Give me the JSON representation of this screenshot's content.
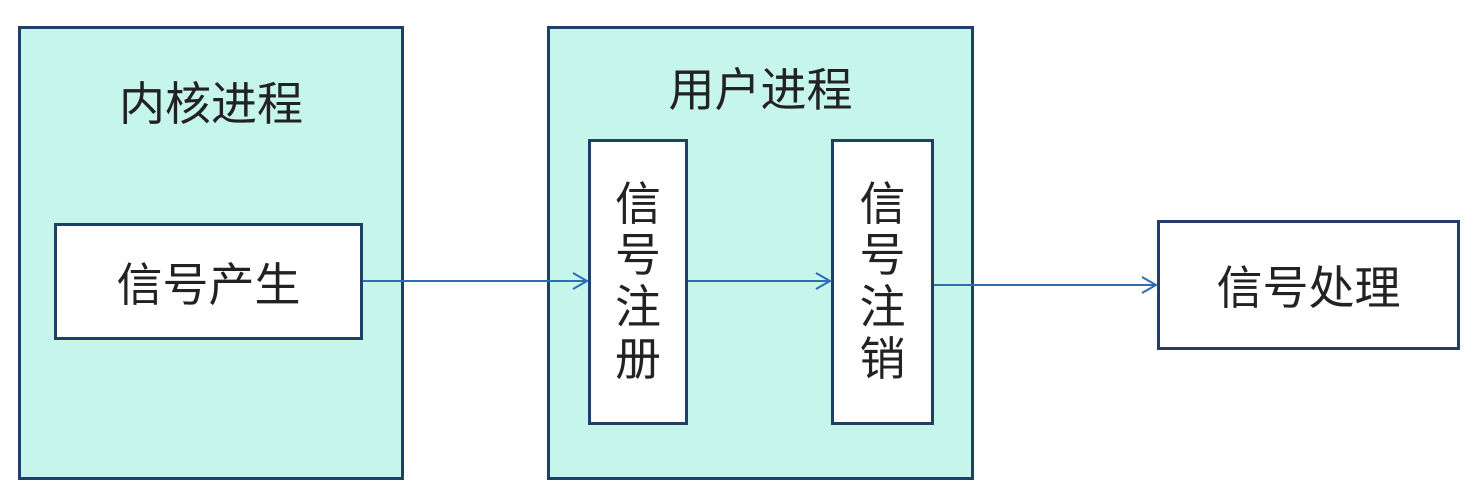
{
  "colors": {
    "group_fill": "#c6f5ec",
    "box_fill": "#ffffff",
    "border": "#1f3f66",
    "arrow": "#2e6db3",
    "text": "#222222"
  },
  "diagram": {
    "kernel_group": {
      "title": "内核进程",
      "node": "信号产生"
    },
    "user_group": {
      "title": "用户进程",
      "register_chars": [
        "信",
        "号",
        "注",
        "册"
      ],
      "unregister_chars": [
        "信",
        "号",
        "注",
        "销"
      ]
    },
    "handler_node": "信号处理"
  }
}
